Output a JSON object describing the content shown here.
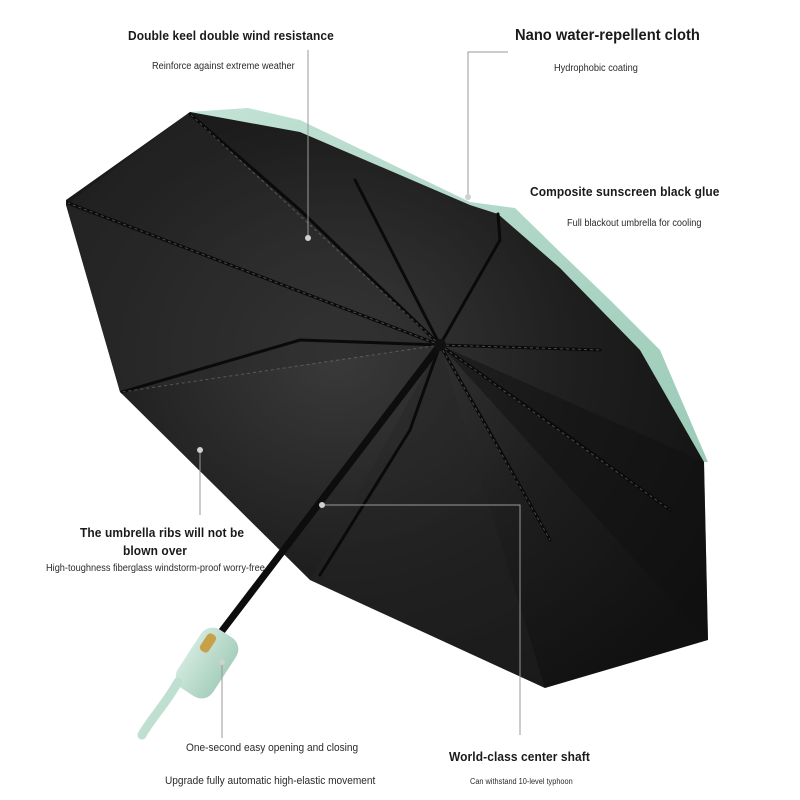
{
  "product": {
    "canopy_color": "#1f1f1f",
    "trim_color": "#a9d4c3",
    "handle_color": "#b9dcc9",
    "shaft_color": "#0d0d0d"
  },
  "callouts": {
    "keel": {
      "title": "Double keel double wind resistance",
      "subtitle": "Reinforce against extreme weather"
    },
    "cloth": {
      "title": "Nano water-repellent cloth",
      "subtitle": "Hydrophobic coating"
    },
    "glue": {
      "title": "Composite sunscreen black glue",
      "subtitle": "Full blackout umbrella for cooling"
    },
    "ribs": {
      "title_line1": "The umbrella ribs will not be",
      "title_line2": "blown over",
      "subtitle": "High-toughness fiberglass windstorm-proof worry-free"
    },
    "opening": {
      "title": "One-second easy opening and closing",
      "subtitle": "Upgrade fully automatic high-elastic movement"
    },
    "shaft": {
      "title": "World-class center shaft",
      "subtitle": "Can withstand 10-level typhoon"
    }
  }
}
